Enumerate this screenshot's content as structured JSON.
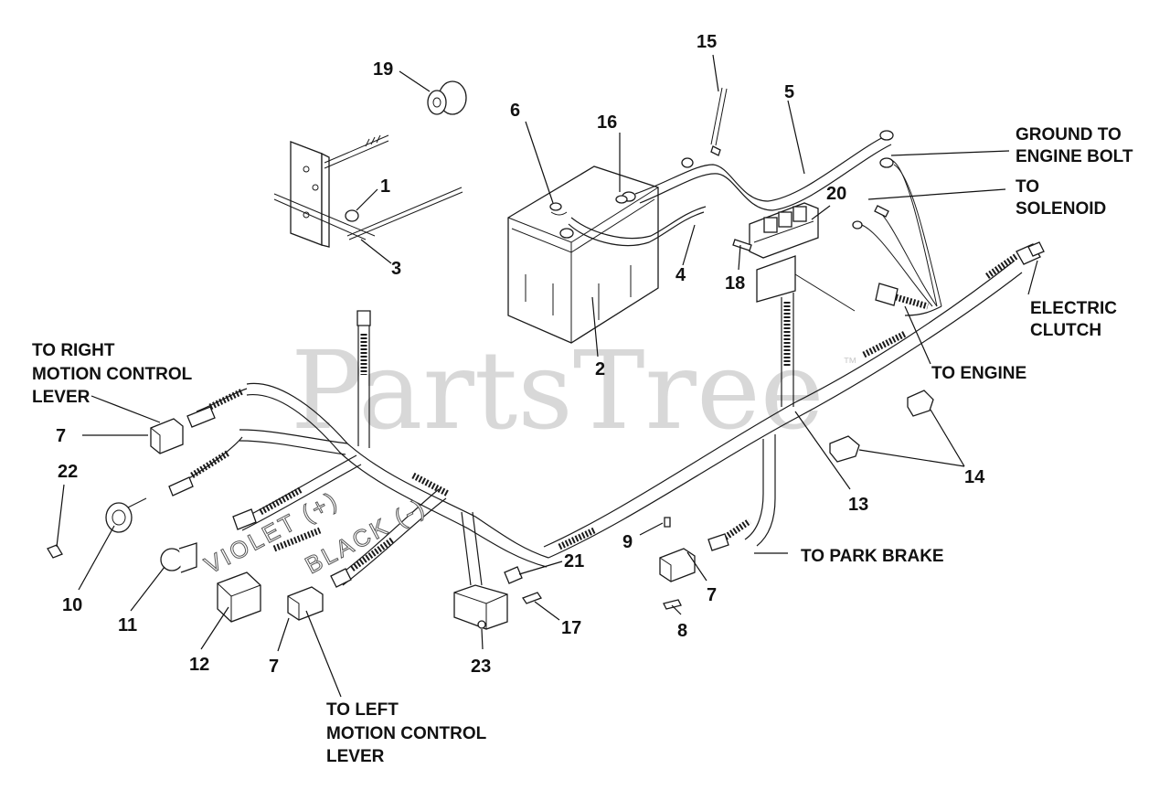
{
  "watermark": {
    "text": "PartsTree",
    "trademark": "™"
  },
  "wire_markings": {
    "violet": "VIOLET (+)",
    "black": "BLACK (-)"
  },
  "callouts": {
    "c1": "1",
    "c2": "2",
    "c3": "3",
    "c4": "4",
    "c5": "5",
    "c6": "6",
    "c7a": "7",
    "c7b": "7",
    "c7c": "7",
    "c8": "8",
    "c9": "9",
    "c10": "10",
    "c11": "11",
    "c12": "12",
    "c13": "13",
    "c14": "14",
    "c15": "15",
    "c16": "16",
    "c17": "17",
    "c18": "18",
    "c19": "19",
    "c20": "20",
    "c21": "21",
    "c22": "22",
    "c23": "23"
  },
  "annotations": {
    "ground_line1": "GROUND TO",
    "ground_line2": "ENGINE BOLT",
    "solenoid_line1": "TO",
    "solenoid_line2": "SOLENOID",
    "clutch_line1": "ELECTRIC",
    "clutch_line2": "CLUTCH",
    "engine": "TO ENGINE",
    "park_brake": "TO PARK BRAKE",
    "right_line1": "TO RIGHT",
    "right_line2": "MOTION CONTROL",
    "right_line3": "LEVER",
    "left_line1": "TO LEFT",
    "left_line2": "MOTION CONTROL",
    "left_line3": "LEVER"
  }
}
